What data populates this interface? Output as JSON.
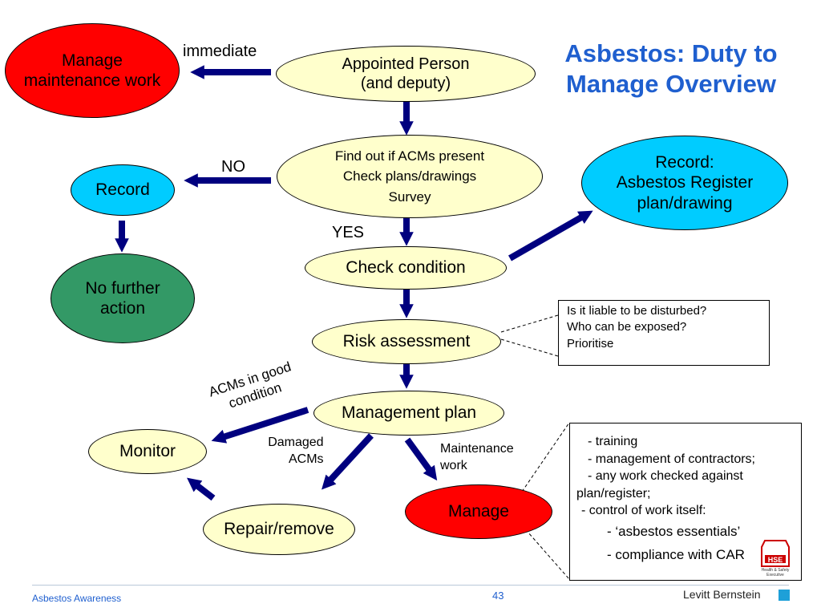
{
  "title": "Asbestos: Duty to Manage Overview",
  "nodes": {
    "manage_maintenance": "Manage maintenance work",
    "appointed_person": [
      "Appointed Person",
      "(and deputy)"
    ],
    "find_out": [
      "Find out if ACMs present",
      "Check plans/drawings",
      "Survey"
    ],
    "record": "Record",
    "no_further_action": "No further action",
    "record_register": [
      "Record:",
      "Asbestos Register",
      "plan/drawing"
    ],
    "check_condition": "Check condition",
    "risk_assessment": "Risk assessment",
    "management_plan": "Management plan",
    "monitor": "Monitor",
    "repair_remove": "Repair/remove",
    "manage": "Manage"
  },
  "edge_labels": {
    "immediate": "immediate",
    "no": "NO",
    "yes": "YES",
    "good_condition": "ACMs in good condition",
    "damaged": [
      "Damaged",
      "ACMs"
    ],
    "maintenance": [
      "Maintenance",
      "work"
    ]
  },
  "risk_note": [
    "Is it liable to be disturbed?",
    "Who can be exposed?",
    "Prioritise"
  ],
  "manage_note": [
    "- training",
    "- management of contractors;",
    "- any work checked against",
    "plan/register;",
    "- control of work itself:",
    "- ‘asbestos essentials’",
    "- compliance with CAR"
  ],
  "footer": {
    "left": "Asbestos Awareness",
    "page_number": "43",
    "right": "Levitt Bernstein"
  },
  "logo": {
    "letters": "HSE",
    "caption": [
      "Health & Safety",
      "Executive"
    ]
  },
  "colors": {
    "arrow": "#00007f",
    "title": "#1f5fcf",
    "yellow_node": "#ffffcc",
    "red_node": "#ff0000",
    "blue_node": "#00ccff",
    "green_node": "#339966",
    "footer_accent": "#1ea0d8"
  }
}
